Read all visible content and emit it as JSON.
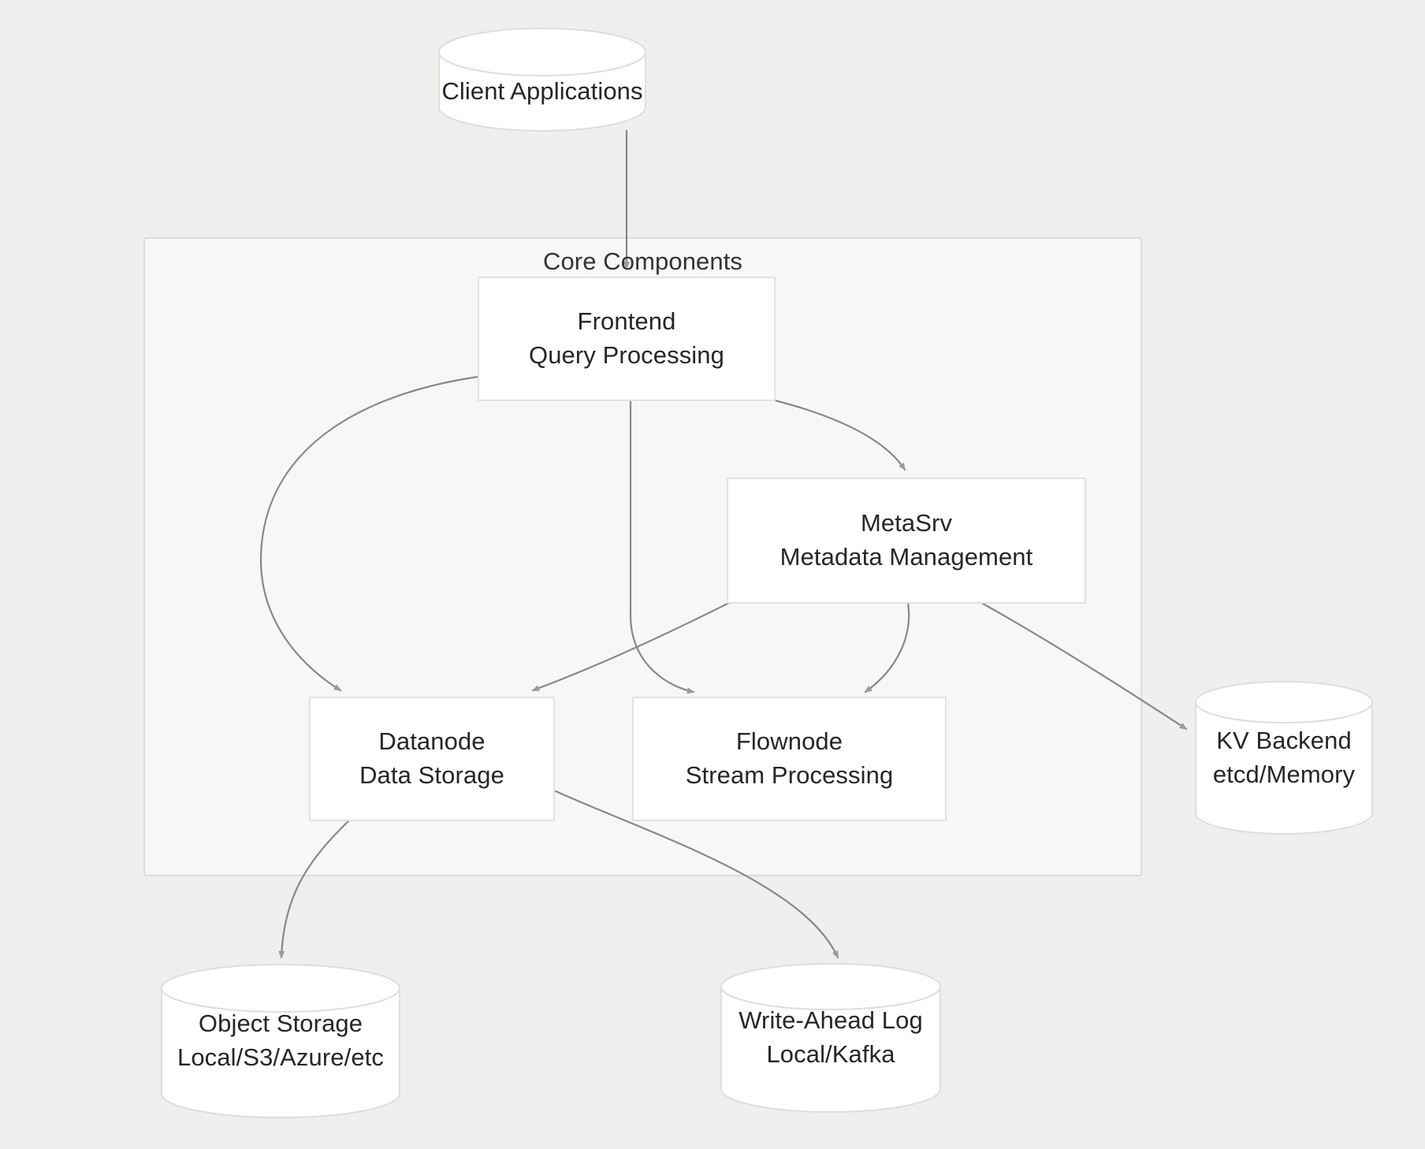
{
  "diagram": {
    "type": "architecture-flowchart",
    "background_color": "#f0efed",
    "cluster_fill_color": "#f7f7f7",
    "node_fill_color": "#ffffff",
    "node_border_color": "#e0e0e0",
    "edge_color": "#888888",
    "text_color": "#262626",
    "cluster": {
      "title": "Core Components"
    },
    "nodes": {
      "client": {
        "shape": "cylinder",
        "line1": "Client Applications",
        "line2": ""
      },
      "frontend": {
        "shape": "rect",
        "line1": "Frontend",
        "line2": "Query Processing"
      },
      "metasrv": {
        "shape": "rect",
        "line1": "MetaSrv",
        "line2": "Metadata Management"
      },
      "datanode": {
        "shape": "rect",
        "line1": "Datanode",
        "line2": "Data Storage"
      },
      "flownode": {
        "shape": "rect",
        "line1": "Flownode",
        "line2": "Stream Processing"
      },
      "kv": {
        "shape": "cylinder",
        "line1": "KV Backend",
        "line2": "etcd/Memory"
      },
      "objectstore": {
        "shape": "cylinder",
        "line1": "Object Storage",
        "line2": "Local/S3/Azure/etc"
      },
      "wal": {
        "shape": "cylinder",
        "line1": "Write-Ahead Log",
        "line2": "Local/Kafka"
      }
    },
    "edges": [
      {
        "from": "client",
        "to": "frontend",
        "label": ""
      },
      {
        "from": "frontend",
        "to": "datanode",
        "label": ""
      },
      {
        "from": "frontend",
        "to": "flownode",
        "label": ""
      },
      {
        "from": "frontend",
        "to": "metasrv",
        "label": ""
      },
      {
        "from": "metasrv",
        "to": "datanode",
        "label": ""
      },
      {
        "from": "metasrv",
        "to": "flownode",
        "label": ""
      },
      {
        "from": "metasrv",
        "to": "kv",
        "label": ""
      },
      {
        "from": "datanode",
        "to": "objectstore",
        "label": ""
      },
      {
        "from": "datanode",
        "to": "wal",
        "label": ""
      }
    ]
  }
}
